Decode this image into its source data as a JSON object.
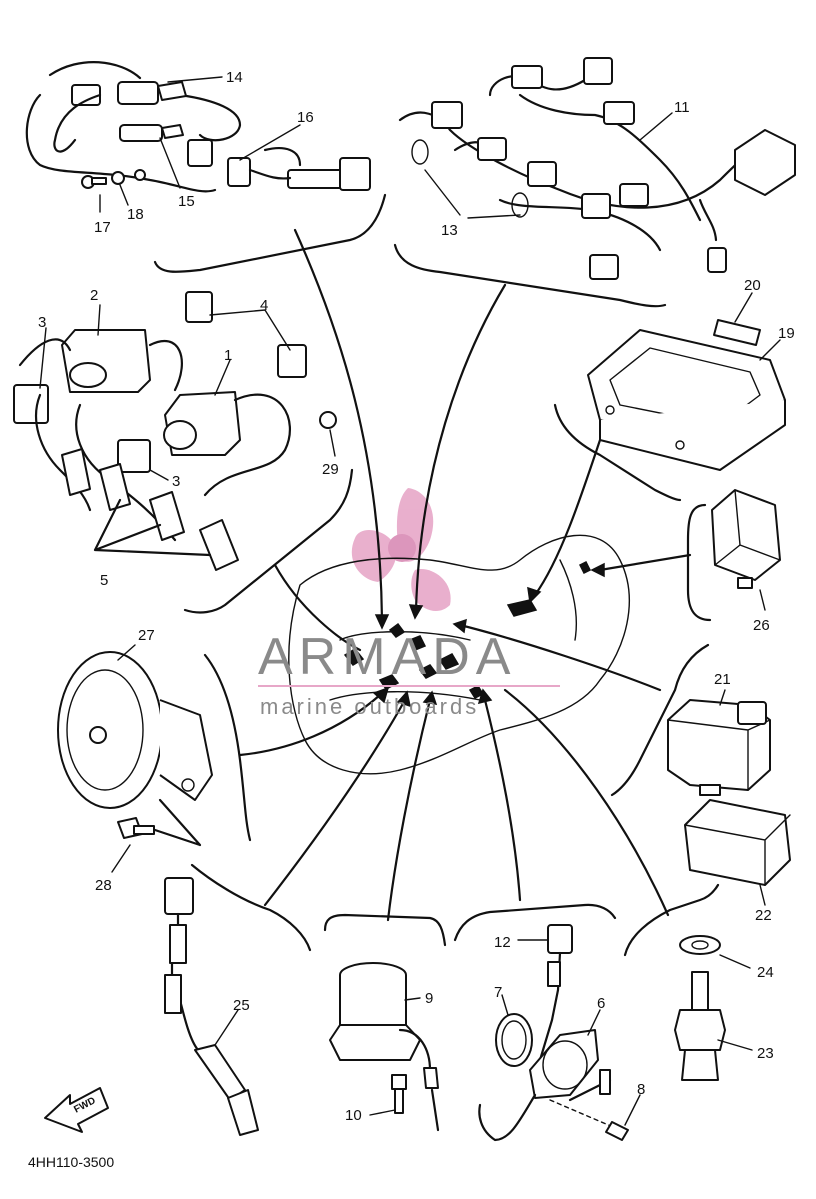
{
  "diagram_code": "4HH110-3500",
  "watermark": {
    "brand": "ARMADA",
    "tagline": "marine outboards",
    "colors": {
      "logo": "#e7a7c8",
      "text": "#8a8a8a"
    }
  },
  "direction_arrow": {
    "label": "FWD",
    "icon": "forward-arrow-icon"
  },
  "callouts": [
    "1",
    "2",
    "3",
    "3",
    "4",
    "5",
    "6",
    "7",
    "8",
    "9",
    "10",
    "11",
    "12",
    "13",
    "14",
    "15",
    "16",
    "17",
    "18",
    "19",
    "20",
    "21",
    "22",
    "23",
    "24",
    "25",
    "26",
    "27",
    "28",
    "29"
  ]
}
